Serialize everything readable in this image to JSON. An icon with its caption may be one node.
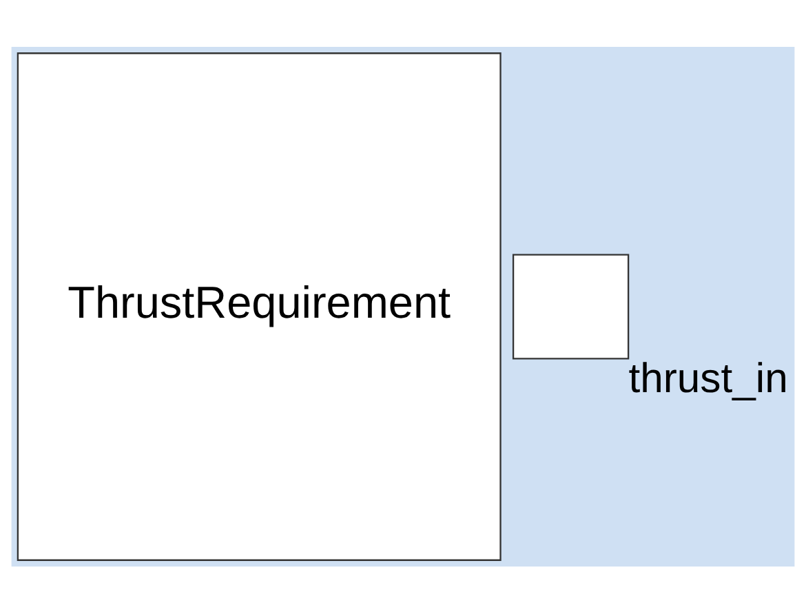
{
  "diagram": {
    "nodes": [
      {
        "text": [
          "ThrustRequirement"
        ]
      },
      {
        "text": [],
        "shape": "box",
        "beside": [
          "thrust_in"
        ]
      }
    ]
  }
}
